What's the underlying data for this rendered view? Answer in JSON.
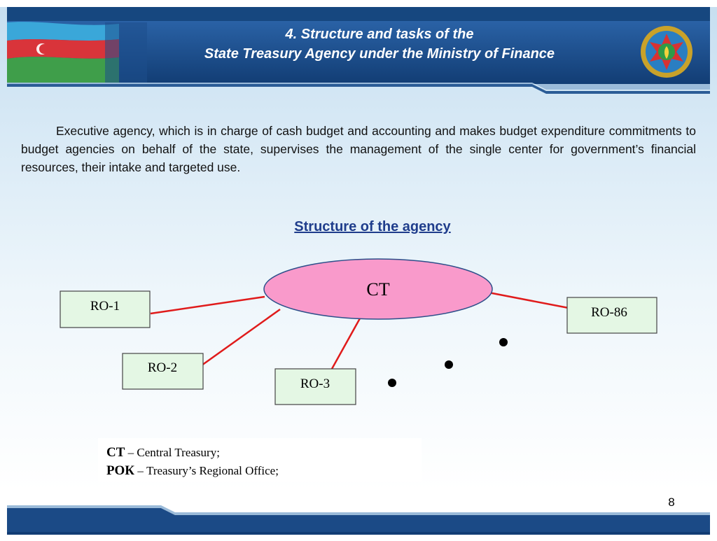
{
  "header": {
    "title_line1": "4. Structure and tasks of the",
    "title_line2": "State Treasury Agency under the Ministry of Finance"
  },
  "body": {
    "paragraph": "Executive agency, which is in charge of cash budget and accounting and makes budget expenditure commitments to budget agencies on behalf of the state, supervises the management of the single center for government’s financial resources, their intake and targeted use."
  },
  "diagram": {
    "title": "Structure of the agency",
    "center": "CT",
    "nodes": [
      "RO-1",
      "RO-2",
      "RO-3",
      "RO-86"
    ]
  },
  "legend": {
    "items": [
      {
        "abbr": "CT",
        "desc": " – Central Treasury;"
      },
      {
        "abbr": "РОК",
        "desc": " – Treasury’s Regional Office;"
      }
    ]
  },
  "footer": {
    "page_number": "8"
  },
  "colors": {
    "header_blue": "#1b4a86",
    "ellipse_fill": "#f99acb",
    "box_fill": "#e4f7e4",
    "connector": "#e01b1b",
    "subtitle": "#1f3d8c"
  }
}
